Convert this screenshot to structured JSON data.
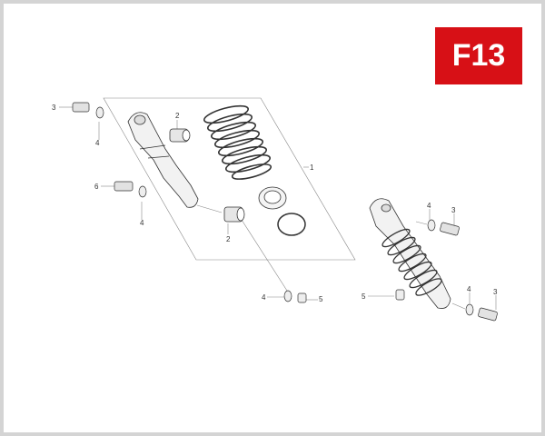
{
  "badge": {
    "code": "F13",
    "color": "#d71016"
  },
  "callouts": [
    {
      "id": "c1",
      "text": "3"
    },
    {
      "id": "c2",
      "text": "4"
    },
    {
      "id": "c3",
      "text": "2"
    },
    {
      "id": "c4",
      "text": "1"
    },
    {
      "id": "c5",
      "text": "6"
    },
    {
      "id": "c6",
      "text": "4"
    },
    {
      "id": "c7",
      "text": "2"
    },
    {
      "id": "c8",
      "text": "4"
    },
    {
      "id": "c9",
      "text": "5"
    },
    {
      "id": "c10",
      "text": "5"
    },
    {
      "id": "c11",
      "text": "4"
    },
    {
      "id": "c12",
      "text": "3"
    },
    {
      "id": "c13",
      "text": "4"
    },
    {
      "id": "c14",
      "text": "3"
    }
  ]
}
